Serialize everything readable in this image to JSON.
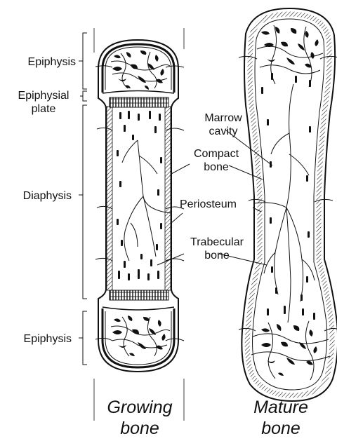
{
  "labels": {
    "epiphysis_top": "Epiphysis",
    "epiphysial_plate_line1": "Epiphysial",
    "epiphysial_plate_line2": "plate",
    "diaphysis": "Diaphysis",
    "epiphysis_bottom": "Epiphysis",
    "marrow_cavity_line1": "Marrow",
    "marrow_cavity_line2": "cavity",
    "compact_bone_line1": "Compact",
    "compact_bone_line2": "bone",
    "periosteum": "Periosteum",
    "trabecular_bone_line1": "Trabecular",
    "trabecular_bone_line2": "bone"
  },
  "captions": {
    "growing_line1": "Growing",
    "growing_line2": "bone",
    "mature_line1": "Mature",
    "mature_line2": "bone"
  }
}
